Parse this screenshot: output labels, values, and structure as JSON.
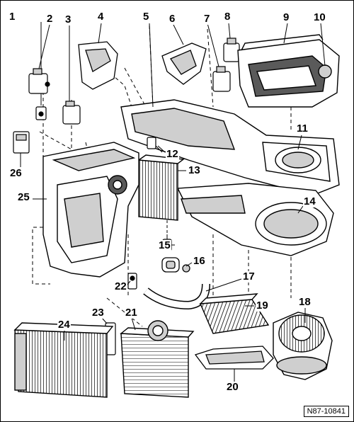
{
  "callouts": [
    "1",
    "2",
    "3",
    "4",
    "5",
    "6",
    "7",
    "8",
    "9",
    "10",
    "11",
    "12",
    "13",
    "14",
    "15",
    "16",
    "17",
    "18",
    "19",
    "20",
    "21",
    "22",
    "23",
    "24",
    "25",
    "26"
  ],
  "figure_code": "N87-10841",
  "colors": {
    "ink": "#000000",
    "fill": "#ffffff",
    "shade": "#cfcfcf",
    "dark": "#5a5a5a"
  }
}
